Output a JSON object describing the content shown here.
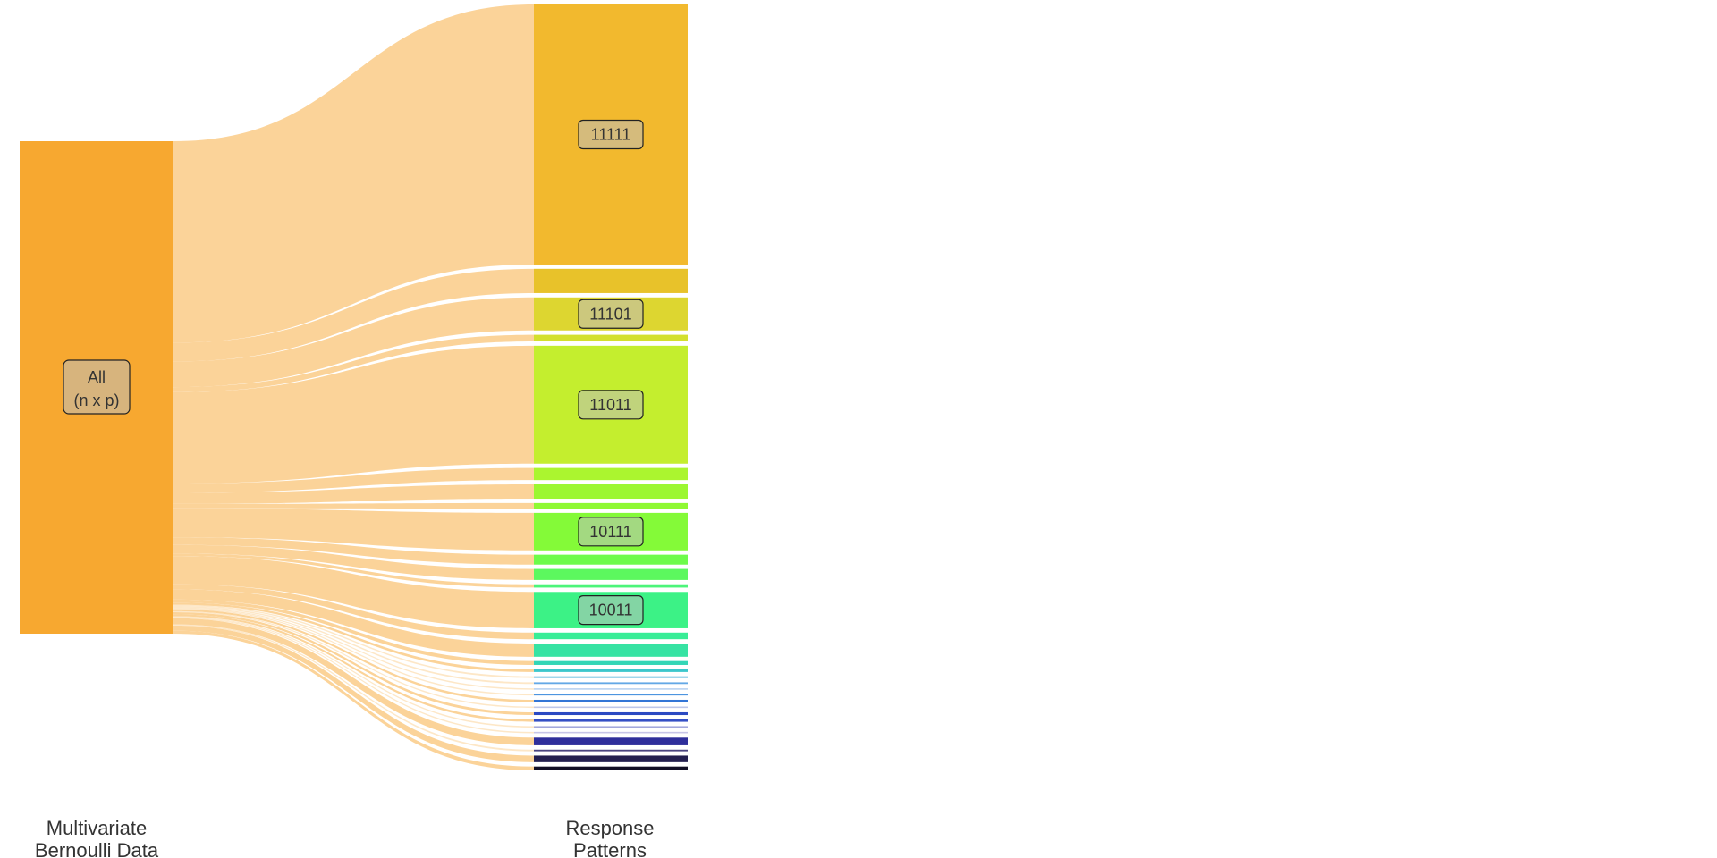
{
  "diagram": {
    "type": "sankey",
    "link_color": "#FBD399",
    "source": {
      "id": "all",
      "label_line1": "All",
      "label_line2": "(n x p)",
      "color": "#F7A830"
    },
    "column_labels": {
      "left_line1": "Multivariate",
      "left_line2": "Bernoulli Data",
      "right_line1": "Response",
      "right_line2": "Patterns"
    },
    "patterns": [
      {
        "id": "11111",
        "label": "11111",
        "share": 23.6,
        "color": "#F2B92E"
      },
      {
        "id": "p2",
        "label": "",
        "share": 2.2,
        "color": "#E8C22A"
      },
      {
        "id": "11101",
        "label": "11101",
        "share": 3.0,
        "color": "#DDD630"
      },
      {
        "id": "p4",
        "label": "",
        "share": 0.6,
        "color": "#D3E02D"
      },
      {
        "id": "11011",
        "label": "11011",
        "share": 10.7,
        "color": "#C4EE2E"
      },
      {
        "id": "p6",
        "label": "",
        "share": 1.1,
        "color": "#ABF52F"
      },
      {
        "id": "p7",
        "label": "",
        "share": 1.3,
        "color": "#9CF731"
      },
      {
        "id": "p8",
        "label": "",
        "share": 0.5,
        "color": "#8FF933"
      },
      {
        "id": "10111",
        "label": "10111",
        "share": 3.4,
        "color": "#84FA38"
      },
      {
        "id": "p10",
        "label": "",
        "share": 0.9,
        "color": "#6DFB4A"
      },
      {
        "id": "p11",
        "label": "",
        "share": 1.0,
        "color": "#5CF85E"
      },
      {
        "id": "p12",
        "label": "",
        "share": 0.3,
        "color": "#4CF57A"
      },
      {
        "id": "10011",
        "label": "10011",
        "share": 3.3,
        "color": "#3CF286"
      },
      {
        "id": "p14",
        "label": "",
        "share": 0.6,
        "color": "#38ED96"
      },
      {
        "id": "p15",
        "label": "",
        "share": 1.2,
        "color": "#36E3A3"
      },
      {
        "id": "p16",
        "label": "",
        "share": 0.35,
        "color": "#33D6B6"
      },
      {
        "id": "p17",
        "label": "",
        "share": 0.25,
        "color": "#3CC7CC"
      },
      {
        "id": "p18",
        "label": "",
        "share": 0.15,
        "color": "#5CB8DE"
      },
      {
        "id": "p19",
        "label": "",
        "share": 0.15,
        "color": "#63A8E6"
      },
      {
        "id": "p20",
        "label": "",
        "share": 0.12,
        "color": "#B9D2F0"
      },
      {
        "id": "p21",
        "label": "",
        "share": 0.12,
        "color": "#4D95E0"
      },
      {
        "id": "p22",
        "label": "",
        "share": 0.22,
        "color": "#3275D6"
      },
      {
        "id": "p23",
        "label": "",
        "share": 0.12,
        "color": "#BCC6EA"
      },
      {
        "id": "p24",
        "label": "",
        "share": 0.25,
        "color": "#2B49C2"
      },
      {
        "id": "p25",
        "label": "",
        "share": 0.22,
        "color": "#3550C5"
      },
      {
        "id": "p26",
        "label": "",
        "share": 0.12,
        "color": "#A3A8DC"
      },
      {
        "id": "p27",
        "label": "",
        "share": 0.12,
        "color": "#C7C5E8"
      },
      {
        "id": "p28",
        "label": "",
        "share": 0.7,
        "color": "#2F2F9B"
      },
      {
        "id": "p29",
        "label": "",
        "share": 0.15,
        "color": "#4A4480"
      },
      {
        "id": "p30",
        "label": "",
        "share": 0.6,
        "color": "#231F4F"
      },
      {
        "id": "p31",
        "label": "",
        "share": 0.35,
        "color": "#120F25"
      }
    ]
  }
}
